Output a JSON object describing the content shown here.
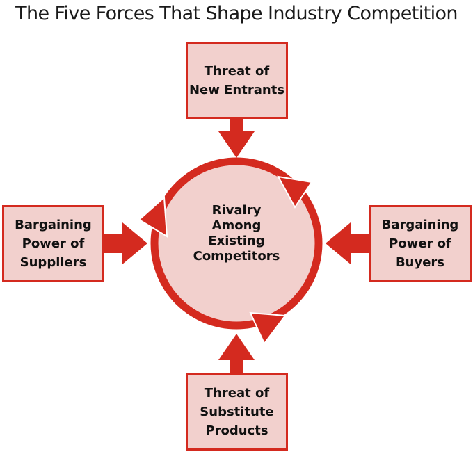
{
  "title": "The Five Forces That Shape Industry Competition",
  "center": {
    "lines": [
      "Rivalry",
      "Among",
      "Existing",
      "Competitors"
    ]
  },
  "forces": {
    "top": {
      "lines": [
        "Threat of",
        "New Entrants"
      ]
    },
    "left": {
      "lines": [
        "Bargaining",
        "Power of",
        "Suppliers"
      ]
    },
    "right": {
      "lines": [
        "Bargaining",
        "Power of",
        "Buyers"
      ]
    },
    "bottom": {
      "lines": [
        "Threat of",
        "Substitute",
        "Products"
      ]
    }
  },
  "colors": {
    "accent": "#d42a1f",
    "fill": "#f2d0cd",
    "text": "#111111"
  }
}
